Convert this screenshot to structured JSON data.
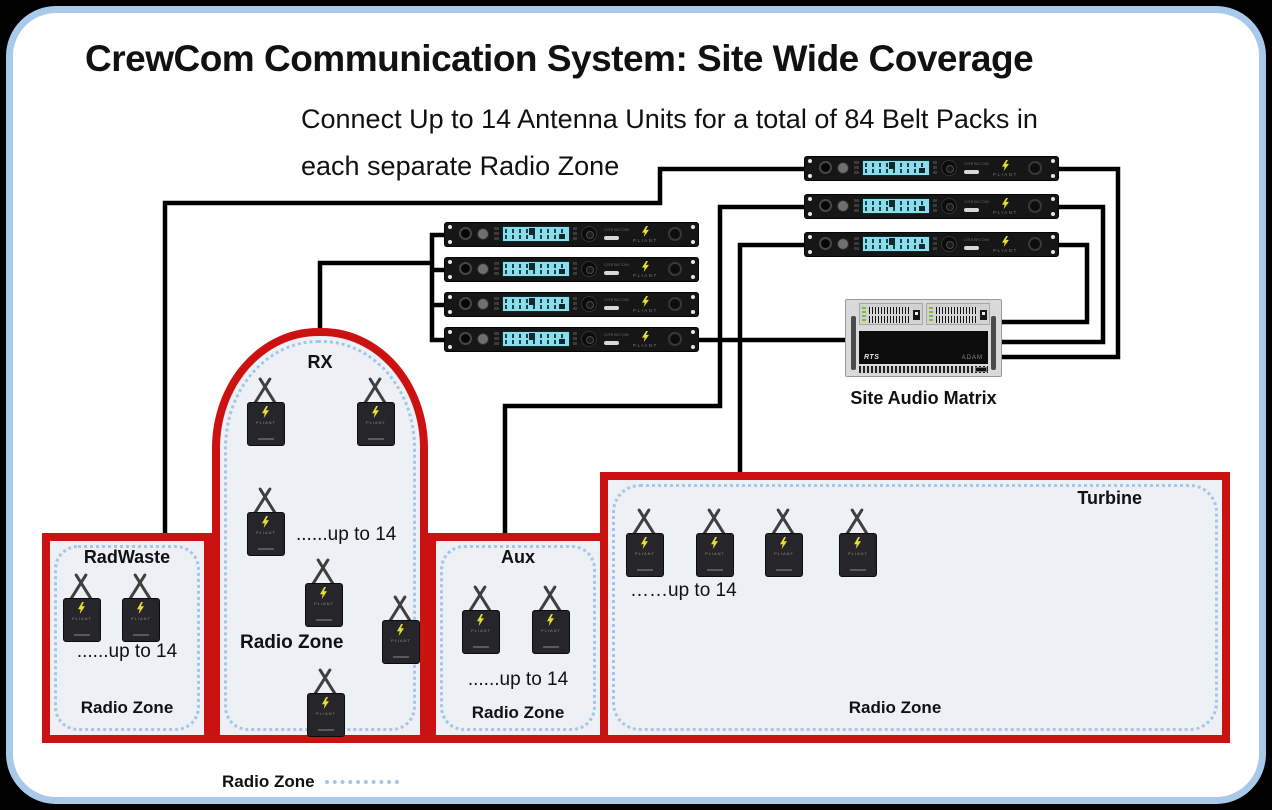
{
  "title": "CrewCom Communication System: Site Wide Coverage",
  "subtitle_line1": "Connect Up to 14 Antenna Units for a total of 84 Belt Packs in",
  "subtitle_line2": "each separate Radio Zone",
  "device_labels": {
    "brand": "PLIANT",
    "product": "CREWCOM"
  },
  "site_audio_matrix": {
    "label": "Site Audio Matrix",
    "brand": "RTS",
    "model": "ADAM"
  },
  "zones": {
    "radwaste": {
      "title": "RadWaste",
      "capacity": "......up to 14",
      "type_label": "Radio Zone",
      "antenna_units_shown": 2
    },
    "rx": {
      "title": "RX",
      "capacity": "......up to 14",
      "type_label": "Radio Zone",
      "antenna_units_shown": 6
    },
    "aux": {
      "title": "Aux",
      "capacity": "......up to 14",
      "type_label": "Radio Zone",
      "antenna_units_shown": 2
    },
    "turbine": {
      "title": "Turbine",
      "capacity": "……up to 14",
      "type_label": "Radio Zone",
      "antenna_units_shown": 4
    }
  },
  "legend": {
    "label": "Radio Zone"
  },
  "devices": {
    "control_units_top_cluster": 3,
    "control_units_mid_cluster": 4
  },
  "colors": {
    "zone_border": "#cc1111",
    "zone_dotted_border": "#a4c6e8",
    "outer_frame": "#a9c9ea",
    "zone_fill": "#edf1f5",
    "connection_line": "#000000",
    "screen_cyan": "#8adeec",
    "pliant_bolt_yellow": "#e8df33"
  }
}
